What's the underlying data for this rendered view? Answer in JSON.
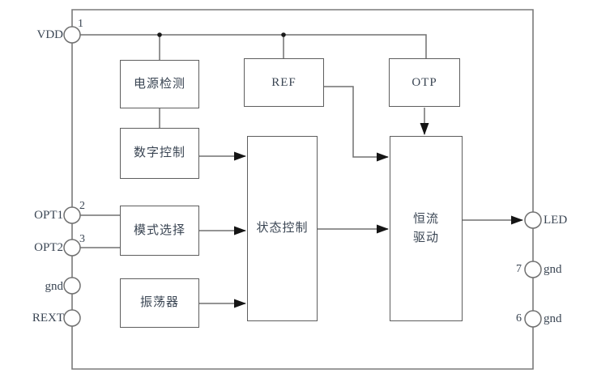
{
  "blocks": {
    "power_detect": "电源检测",
    "digital_control": "数字控制",
    "ref": "REF",
    "otp": "OTP",
    "mode_select": "模式选择",
    "oscillator": "振荡器",
    "constant_current_line1": "恒流",
    "constant_current_line2": "驱动",
    "state_control": "状态控制"
  },
  "pins": {
    "vdd": {
      "label": "VDD",
      "number": "1"
    },
    "opt1": {
      "label": "OPT1",
      "number": "2"
    },
    "opt2": {
      "label": "OPT2",
      "number": "3"
    },
    "gnd_left": {
      "label": "gnd"
    },
    "rext": {
      "label": "REXT"
    },
    "led": {
      "label": "LED"
    },
    "gnd7": {
      "label": "gnd",
      "number": "7"
    },
    "gnd6": {
      "label": "gnd",
      "number": "6"
    }
  },
  "colors": {
    "wire": "#707070",
    "block_border": "#5e5e5e",
    "text": "#3a4553",
    "arrow": "#151515",
    "background": "#ffffff"
  }
}
